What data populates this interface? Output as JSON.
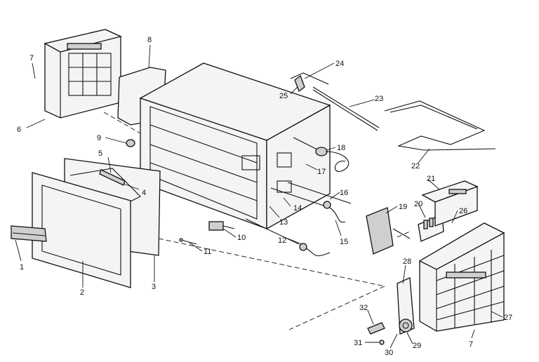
{
  "callouts": [
    {
      "id": "c1",
      "text": "1"
    },
    {
      "id": "c2",
      "text": "2"
    },
    {
      "id": "c3",
      "text": "3"
    },
    {
      "id": "c4",
      "text": "4"
    },
    {
      "id": "c5",
      "text": "5"
    },
    {
      "id": "c6",
      "text": "6"
    },
    {
      "id": "c7a",
      "text": "7"
    },
    {
      "id": "c7b",
      "text": "7"
    },
    {
      "id": "c8",
      "text": "8"
    },
    {
      "id": "c9",
      "text": "9"
    },
    {
      "id": "c10",
      "text": "10"
    },
    {
      "id": "c11",
      "text": "11"
    },
    {
      "id": "c12",
      "text": "12"
    },
    {
      "id": "c13",
      "text": "13"
    },
    {
      "id": "c14",
      "text": "14"
    },
    {
      "id": "c15",
      "text": "15"
    },
    {
      "id": "c16",
      "text": "16"
    },
    {
      "id": "c17",
      "text": "17"
    },
    {
      "id": "c18",
      "text": "18"
    },
    {
      "id": "c19",
      "text": "19"
    },
    {
      "id": "c20",
      "text": "20"
    },
    {
      "id": "c21",
      "text": "21"
    },
    {
      "id": "c22",
      "text": "22"
    },
    {
      "id": "c23",
      "text": "23"
    },
    {
      "id": "c24",
      "text": "24"
    },
    {
      "id": "c25",
      "text": "25"
    },
    {
      "id": "c26",
      "text": "26"
    },
    {
      "id": "c27",
      "text": "27"
    },
    {
      "id": "c28",
      "text": "28"
    },
    {
      "id": "c29",
      "text": "29"
    },
    {
      "id": "c30",
      "text": "30"
    },
    {
      "id": "c31",
      "text": "31"
    },
    {
      "id": "c32",
      "text": "32"
    }
  ]
}
